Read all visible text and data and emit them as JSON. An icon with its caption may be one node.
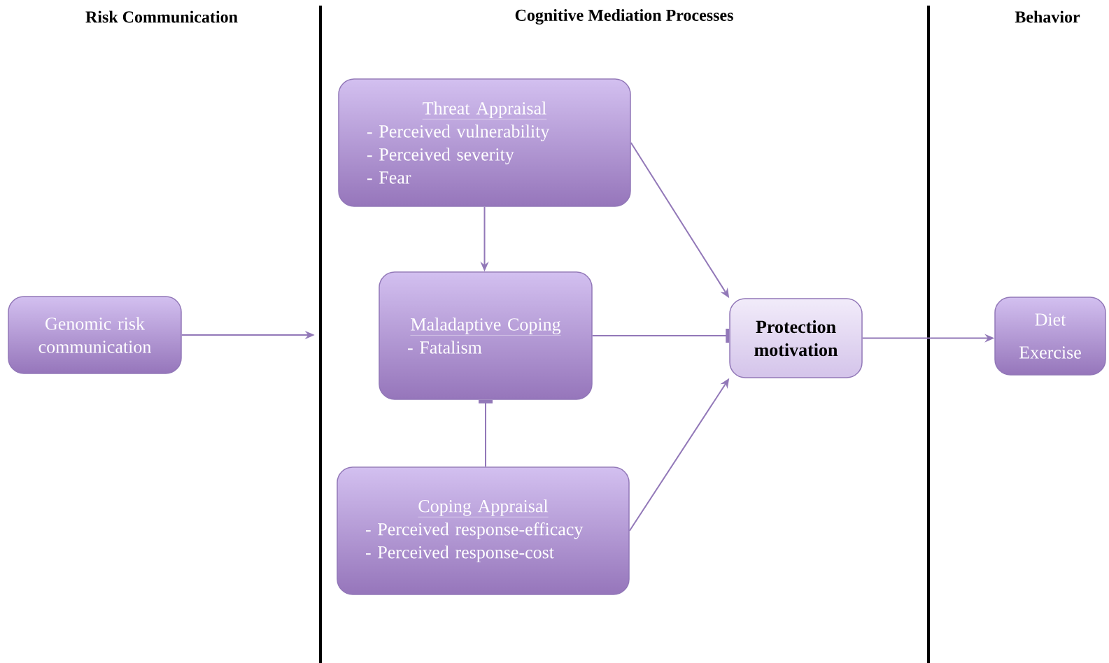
{
  "diagram": {
    "nodes": [
      {
        "text": [
          "Genomic risk communication"
        ]
      },
      {
        "text": [
          "Threat Appraisal",
          "- Perceived vulnerability",
          "- Perceived severity",
          "- Fear"
        ]
      },
      {
        "text": [
          "Maladaptive Coping",
          "- Fatalism"
        ]
      },
      {
        "text": [
          "Coping Appraisal",
          "- Perceived response-efficacy",
          "- Perceived response-cost"
        ]
      },
      {
        "text": [
          "Protection motivation"
        ]
      },
      {
        "text": [
          "Diet",
          "Exercise"
        ]
      }
    ],
    "edges": [
      {
        "from": 0,
        "to": null,
        "arrow": "to"
      },
      {
        "from": 1,
        "to": 2,
        "arrow": "to"
      },
      {
        "from": 1,
        "to": 4,
        "arrow": "to"
      },
      {
        "from": 2,
        "to": 4,
        "arrow": "other"
      },
      {
        "from": 3,
        "to": 2,
        "arrow": "other"
      },
      {
        "from": 3,
        "to": 4,
        "arrow": "to"
      },
      {
        "from": 4,
        "to": 5,
        "arrow": "to"
      }
    ],
    "labels": [
      "Risk Communication",
      "Cognitive Mediation Processes",
      "Behavior"
    ]
  }
}
